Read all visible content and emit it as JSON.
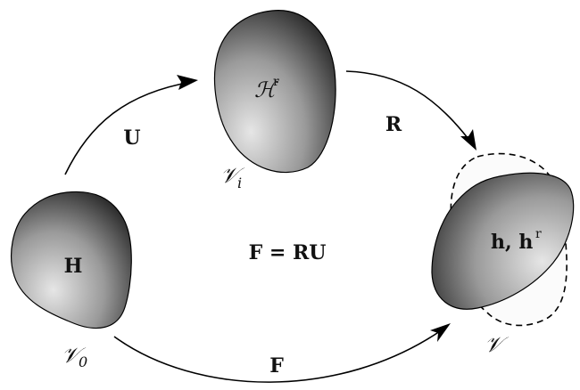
{
  "diagram": {
    "regions": {
      "reference": {
        "label_main": "H",
        "domain_label_main": "𝒱",
        "domain_label_sub": "0"
      },
      "intermediate": {
        "label_main": "ℋ",
        "label_sup": "r",
        "domain_label_main": "𝒱",
        "domain_label_sub": "i"
      },
      "current": {
        "label_main": "h, h",
        "label_sup": "r",
        "domain_label_main": "𝒱"
      }
    },
    "arrows": {
      "stretch": {
        "label": "U"
      },
      "rotation": {
        "label": "R"
      },
      "deformation": {
        "label": "F"
      }
    },
    "equation": "F = RU",
    "colors": {
      "blob_light": "#e6e6e6",
      "blob_mid": "#9a9a9a",
      "blob_dark": "#1c1c1c",
      "stroke": "#000000"
    }
  }
}
